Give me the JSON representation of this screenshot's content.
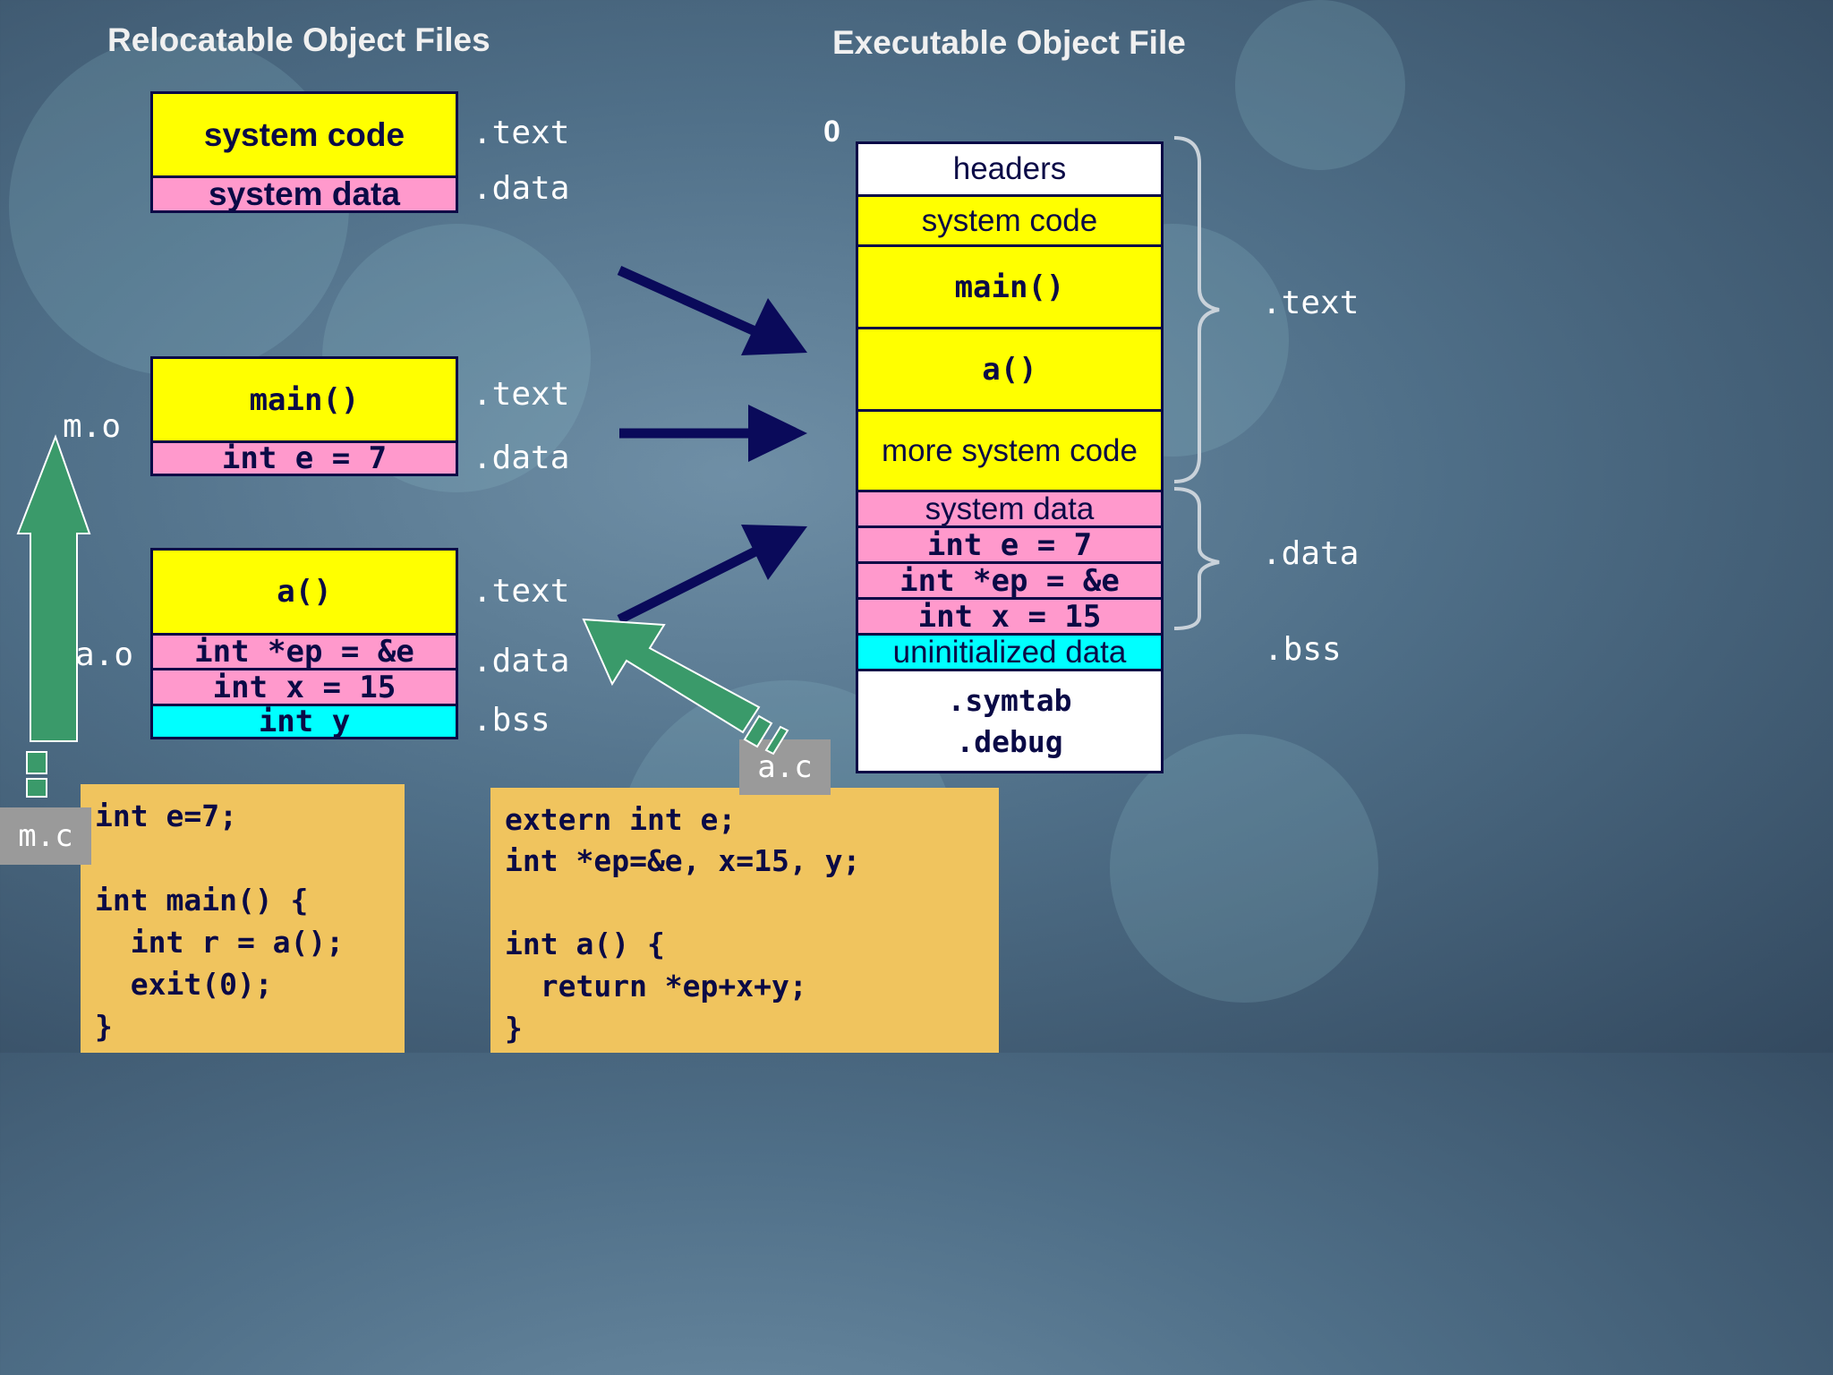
{
  "titles": {
    "relocatable": "Relocatable Object Files",
    "executable": "Executable Object File"
  },
  "relocatable": {
    "system": {
      "rows": [
        "system code",
        "system data"
      ],
      "sections": [
        ".text",
        ".data"
      ]
    },
    "m_o": {
      "name": "m.o",
      "rows": [
        "main()",
        "int e = 7"
      ],
      "sections": [
        ".text",
        ".data"
      ]
    },
    "a_o": {
      "name": "a.o",
      "rows": [
        "a()",
        "int *ep = &e",
        "int x = 15",
        "int y"
      ],
      "sections": [
        ".text",
        ".data",
        ".bss"
      ]
    }
  },
  "executable": {
    "address": "0",
    "rows": [
      "headers",
      "system code",
      "main()",
      "a()",
      "more system code",
      "system data",
      "int e = 7",
      "int *ep = &e",
      "int x = 15",
      "uninitialized data",
      ".symtab",
      ".debug"
    ],
    "sections": [
      ".text",
      ".data",
      ".bss"
    ]
  },
  "sources": {
    "m_c": {
      "name": "m.c",
      "lines": [
        "int e=7;",
        "",
        "int main() {",
        "  int r = a();",
        "  exit(0);",
        "}"
      ]
    },
    "a_c": {
      "name": "a.c",
      "lines": [
        "extern int e;",
        "int *ep=&e, x=15, y;",
        "",
        "int a() {",
        "  return *ep+x+y;",
        "}"
      ]
    }
  },
  "colors": {
    "text_section": "#ffff00",
    "data_section": "#ff99cc",
    "bss_section": "#00ffff",
    "header_section": "#ffffff",
    "border": "#0a0a46",
    "arrow_navy": "#0a0a5a",
    "arrow_green": "#3a9a6a",
    "code_bg": "#f0c45e"
  }
}
